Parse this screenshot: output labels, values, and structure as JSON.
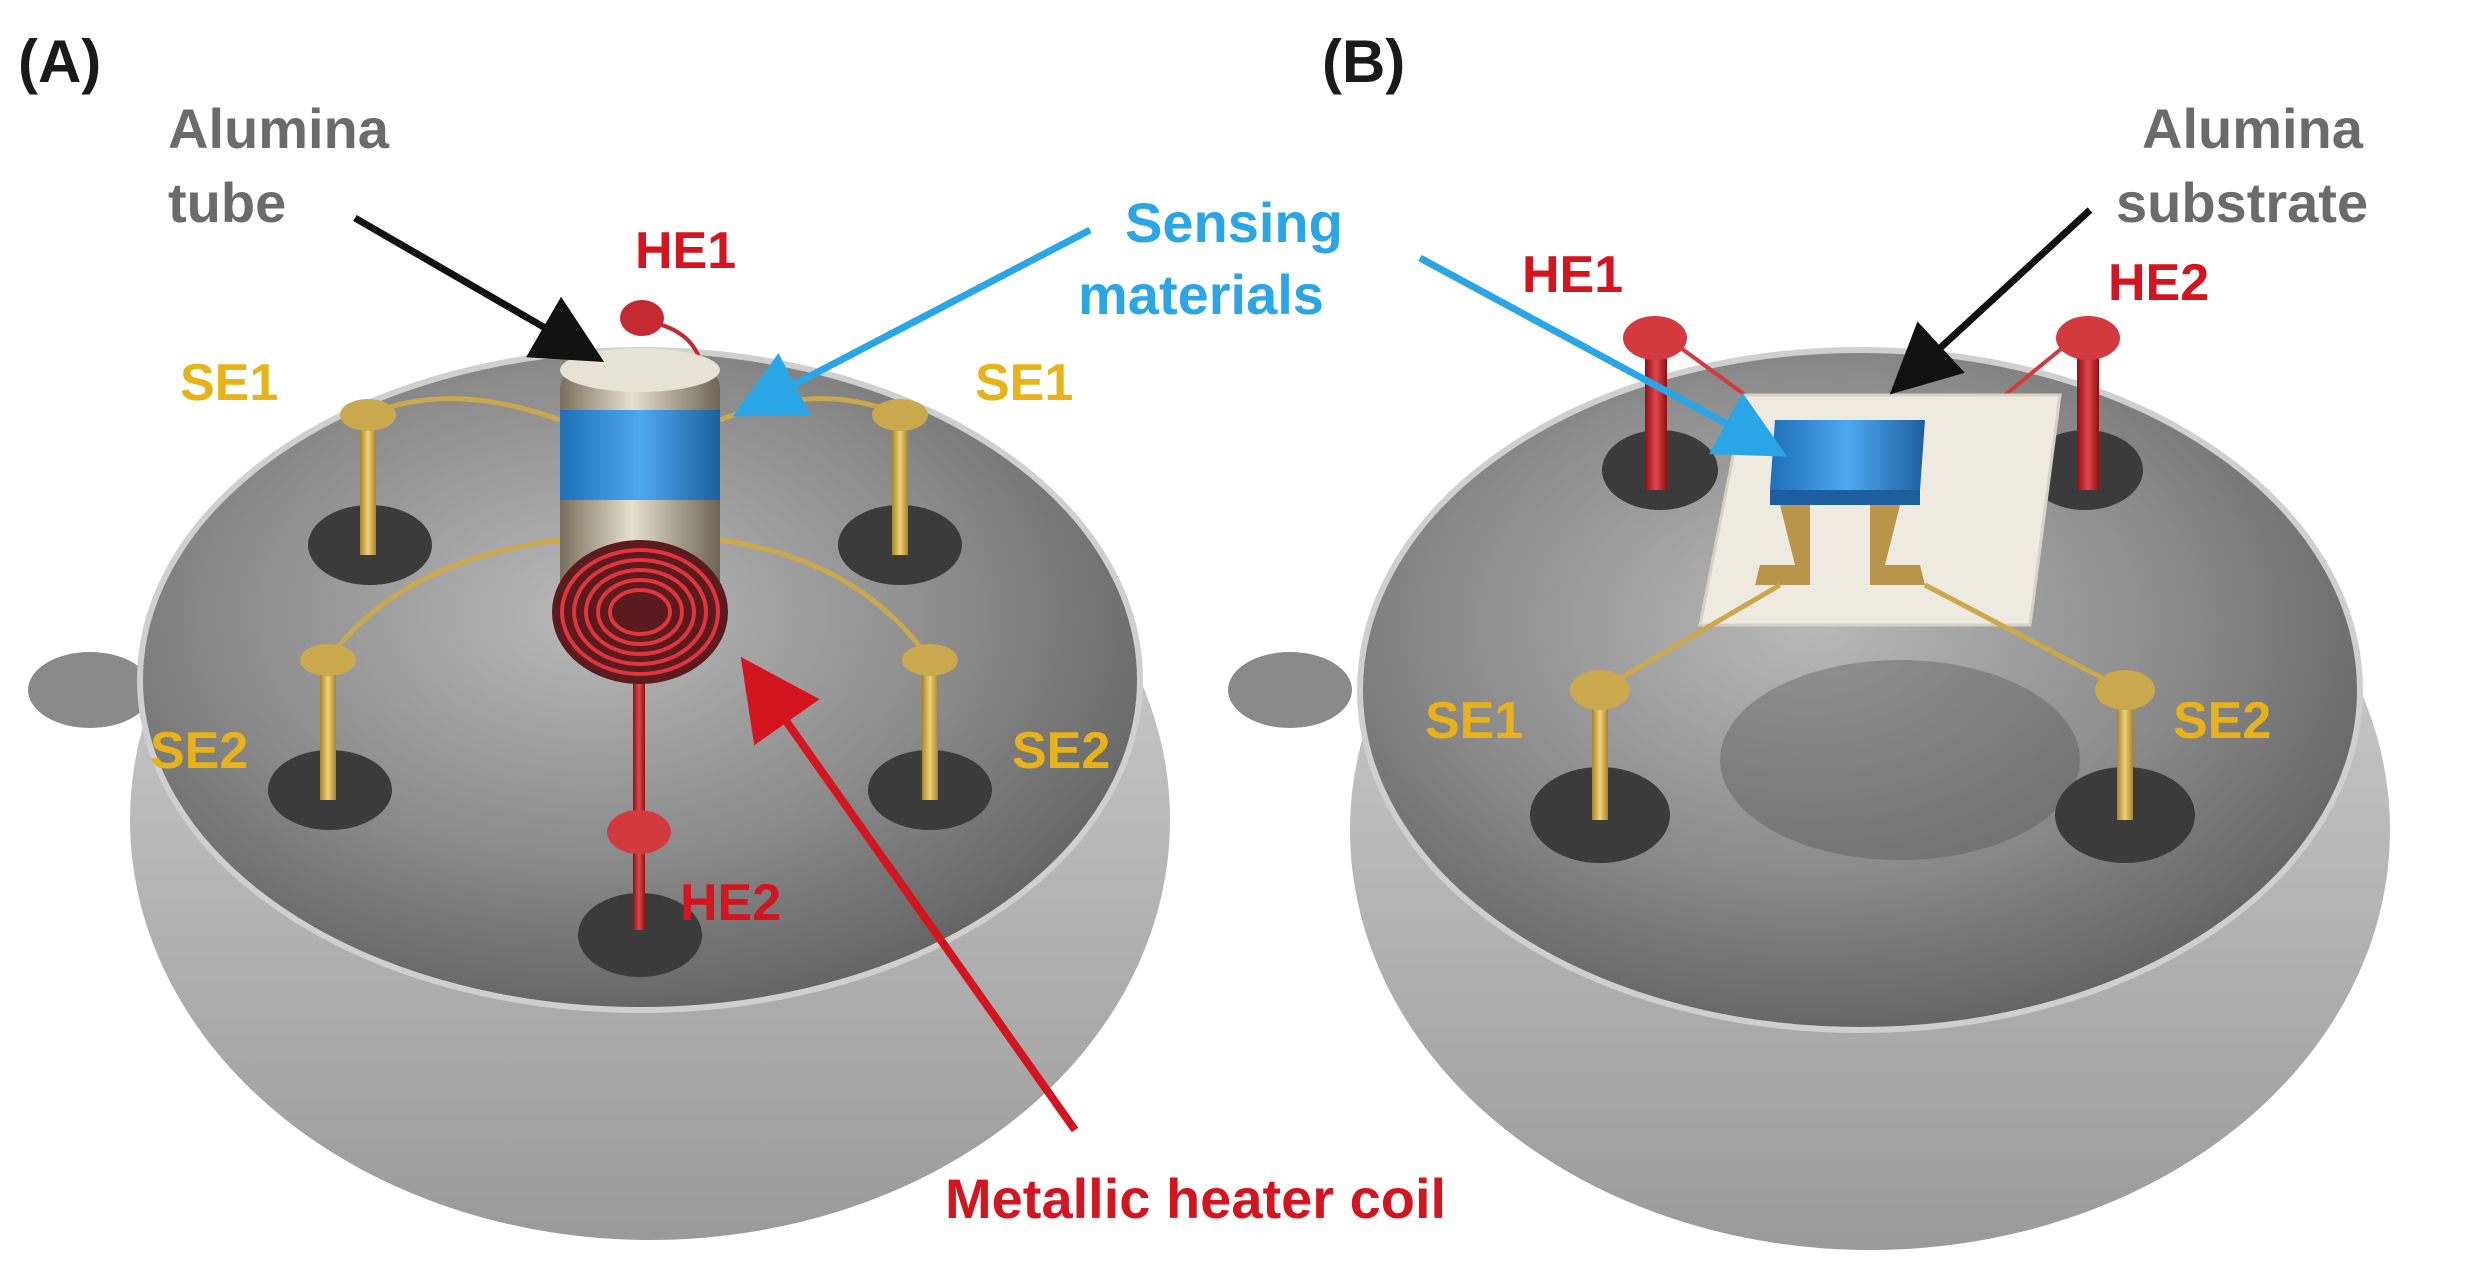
{
  "panels": {
    "a": {
      "tag": "(A)",
      "alumina_tube": [
        "Alumina",
        "tube"
      ],
      "he1": "HE1",
      "he2": "HE2",
      "se1_left": "SE1",
      "se1_right": "SE1",
      "se2_left": "SE2",
      "se2_right": "SE2"
    },
    "b": {
      "tag": "(B)",
      "alumina_substrate": [
        "Alumina",
        "substrate"
      ],
      "he1": "HE1",
      "he2": "HE2",
      "se1": "SE1",
      "se2": "SE2"
    }
  },
  "shared": {
    "sensing_materials": [
      "Sensing",
      "materials"
    ],
    "metallic_heater_coil": "Metallic heater coil"
  },
  "colors": {
    "heater_red": "#d4141e",
    "sensing_blue": "#2aa6e6",
    "electrode_gold": "#e8b21a",
    "alumina_gray": "#6b6b6b",
    "tag_black": "#1a1a1a"
  }
}
